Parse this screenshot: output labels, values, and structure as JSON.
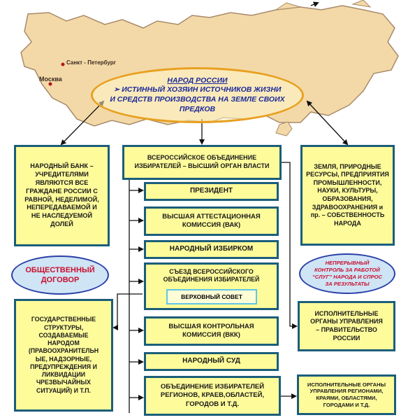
{
  "map": {
    "city_1": "Санкт - Петербург",
    "city_2": "Москва"
  },
  "people": {
    "title": "НАРОД РОССИИ",
    "bullet": "➢",
    "line_1": "ИСТИННЫЙ ХОЗЯИН ИСТОЧНИКОВ ЖИЗНИ",
    "line_2": "И СРЕДСТВ ПРОИЗВОДСТВА НА ЗЕМЛЕ СВОИХ",
    "line_3": "ПРЕДКОВ"
  },
  "bank": {
    "lines": [
      "НАРОДНЫЙ БАНК –",
      "УЧРЕДИТЕЛЯМИ",
      "ЯВЛЯЮТСЯ ВСЕ",
      "ГРАЖДАНЕ РОССИИ С",
      "РАВНОЙ, НЕДЕЛИМОЙ,",
      "НЕПЕРЕДАВАЕМОЙ И",
      "НЕ НАСЛЕДУЕМОЙ",
      "ДОЛЕЙ"
    ]
  },
  "union": {
    "lines": [
      "ВСЕРОССИЙСКОЕ ОБЪЕДИНЕНИЕ",
      "ИЗБИРАТЕЛЕЙ – ВЫСШИЙ ОРГАН ВЛАСТИ"
    ]
  },
  "land": {
    "lines": [
      "ЗЕМЛЯ, ПРИРОДНЫЕ",
      "РЕСУРСЫ, ПРЕДПРИЯТИЯ",
      "ПРОМЫШЛЕННОСТИ,",
      "НАУКИ, КУЛЬТУРЫ,",
      "ОБРАЗОВАНИЯ,",
      "ЗДРАВООХРАНЕНИЯ и",
      "пр. – СОБСТВЕННОСТЬ",
      "НАРОДА"
    ]
  },
  "president": {
    "label": "ПРЕЗИДЕНТ"
  },
  "vak": {
    "lines": [
      "ВЫСШАЯ АТТЕСТАЦИОННАЯ",
      "КОМИССИЯ (ВАК)"
    ]
  },
  "izbirkom": {
    "label": "НАРОДНЫЙ ИЗБИРКОМ"
  },
  "congress": {
    "lines": [
      "СЪЕЗД ВСЕРОССИЙСКОГО",
      "ОБЪЕДИНЕНИЯ ИЗБИРАТЕЛЕЙ"
    ],
    "inner": "ВЕРХОВНЫЙ СОВЕТ"
  },
  "vkk": {
    "lines": [
      "ВЫСШАЯ КОНТРОЛЬНАЯ",
      "КОМИССИЯ (ВКК)"
    ]
  },
  "court": {
    "label": "НАРОДНЫЙ СУД"
  },
  "regions": {
    "lines": [
      "ОБЪЕДИНЕНИЕ ИЗБИРАТЕЛЕЙ",
      "РЕГИОНОВ, КРАЕВ,ОБЛАСТЕЙ,",
      "ГОРОДОВ И Т.Д."
    ]
  },
  "contract": {
    "lines": [
      "ОБЩЕСТВЕННЫЙ",
      "ДОГОВОР"
    ]
  },
  "control": {
    "lines": [
      "НЕПРЕРЫВНЫЙ",
      "КОНТРОЛЬ ЗА РАБОТОЙ",
      "“СЛУГ” НАРОДА И СПРОС",
      "ЗА РЕЗУЛЬТАТЫ"
    ]
  },
  "state_structures": {
    "lines": [
      "ГОСУДАРСТВЕННЫЕ",
      "СТРУКТУРЫ,",
      "СОЗДАВАЕМЫЕ",
      "НАРОДОМ",
      "(ПРАВООХРАНИТЕЛЬН",
      "ЫЕ, НАДЗОРНЫЕ,",
      "ПРЕДУПРЕЖДЕНИЯ И",
      "ЛИКВИДАЦИИ",
      "ЧРЕЗВЫЧАЙНЫХ",
      "СИТУАЦИЙ) И Т.П."
    ]
  },
  "executive": {
    "lines": [
      "ИСПОЛНИТЕЛЬНЫЕ",
      "ОРГАНЫ УПРАВЛЕНИЯ",
      "– ПРАВИТЕЛЬСТВО",
      "РОССИИ"
    ]
  },
  "regional_exec": {
    "lines": [
      "ИСПОЛНИТЕЛЬНЫЕ ОРГАНЫ",
      "УПРАВЛЕНИЯ РЕГИОНАМИ,",
      "КРАЯМИ, ОБЛАСТЯМИ,",
      "ГОРОДАМИ И Т.Д."
    ]
  },
  "colors": {
    "box_fill": "#fdfb9a",
    "box_border": "#1b5e7a",
    "map_fill": "#f3d9a8",
    "oval_border": "#e8a020",
    "text_blue": "#1b2a9c",
    "text_red": "#c8102e"
  }
}
